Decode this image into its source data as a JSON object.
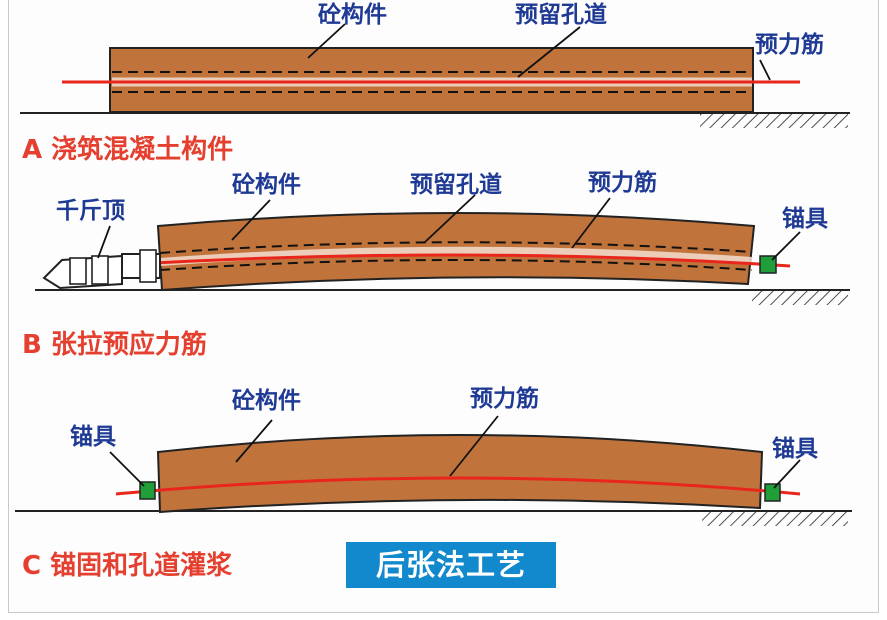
{
  "labels": {
    "member": "砼构件",
    "duct": "预留孔道",
    "tendon": "预力筋",
    "jack": "千斤顶",
    "anchor": "锚具"
  },
  "stages": {
    "a": "A 浇筑混凝土构件",
    "b": "B 张拉预应力筋",
    "c": "C 锚固和孔道灌浆"
  },
  "title": "后张法工艺",
  "colors": {
    "member_fill": "#c0743c",
    "member_edge": "#222222",
    "tendon": "#e8261c",
    "label_text": "#1f3a94",
    "stage_text": "#e43f2f",
    "title_bg": "#1289cc",
    "anchor": "#1f9e3a"
  }
}
